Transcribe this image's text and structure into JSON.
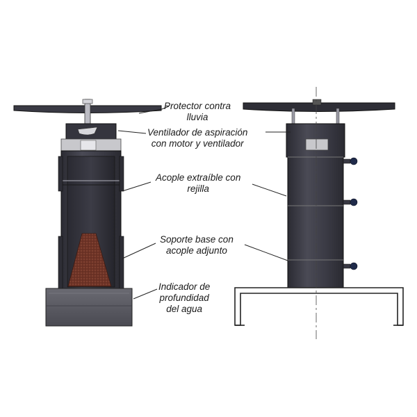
{
  "labels": {
    "rain_protector": [
      "Protector contra",
      "lluvia"
    ],
    "suction_fan": [
      "Ventilador de aspiración",
      "con motor y ventilador"
    ],
    "coupling_grid": [
      "Acople extraíble con",
      "rejilla"
    ],
    "base_support": [
      "Soporte base con",
      "acople adjunto"
    ],
    "water_depth": [
      "Indicador de",
      "profundidad",
      "del agua"
    ]
  },
  "colors": {
    "dark_body": "#3f3f48",
    "darker_body": "#2e2e36",
    "cap": "#2a2a30",
    "light_band": "#c8c8cc",
    "base_block": "#5a5a62",
    "sample_cone": "#7a3a2a",
    "handle_knob": "#1f2a4a",
    "outline": "#111111"
  }
}
